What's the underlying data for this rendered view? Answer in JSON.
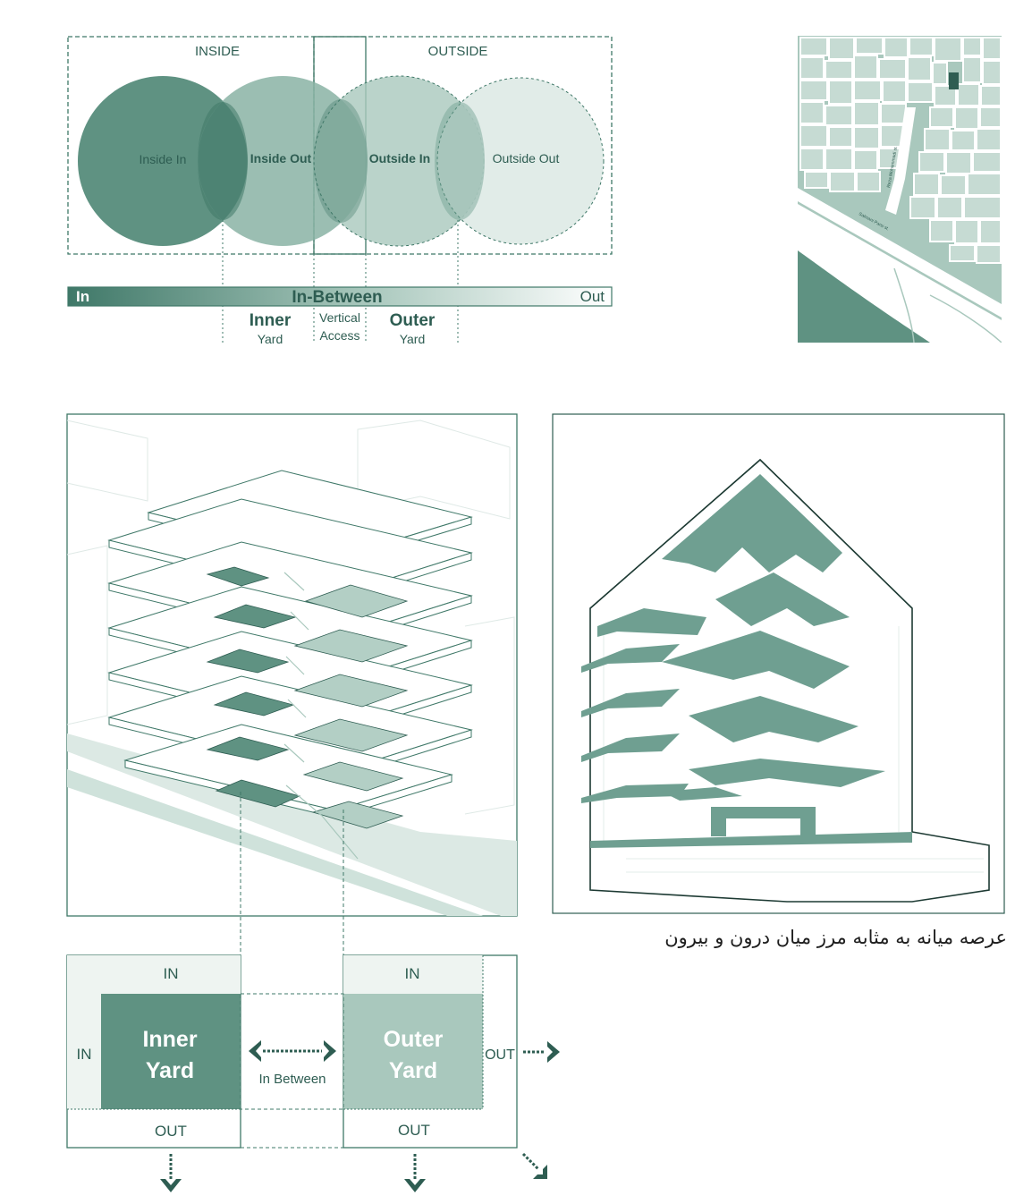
{
  "venn": {
    "inside_label": "INSIDE",
    "outside_label": "OUTSIDE",
    "circles": [
      "Inside In",
      "Inside Out",
      "Outside In",
      "Outside Out"
    ]
  },
  "gradient_bar": {
    "left": "In",
    "center": "In-Between",
    "right": "Out"
  },
  "zones": {
    "inner_title": "Inner",
    "inner_sub": "Yard",
    "vertical_title": "Vertical",
    "vertical_sub": "Access",
    "outer_title": "Outer",
    "outer_sub": "Yard"
  },
  "map": {
    "street1": "Salmani Parsi st.",
    "street2": "Reza Mohammadi st."
  },
  "caption_fa": "عرصه میانه به مثابه مرز میان درون و بیرون",
  "plan": {
    "in_top_left": "IN",
    "in_left": "IN",
    "out_bottom_left": "OUT",
    "inner_line1": "Inner",
    "inner_line2": "Yard",
    "between": "In Between",
    "in_top_right": "IN",
    "outer_line1": "Outer",
    "outer_line2": "Yard",
    "out_right": "OUT",
    "out_bottom_right": "OUT"
  },
  "colors": {
    "dark_green": "#3f7868",
    "mid_green": "#7ea99c",
    "light_green": "#b3cfc5",
    "pale_green": "#dce9e4",
    "line": "#2e5d52"
  }
}
